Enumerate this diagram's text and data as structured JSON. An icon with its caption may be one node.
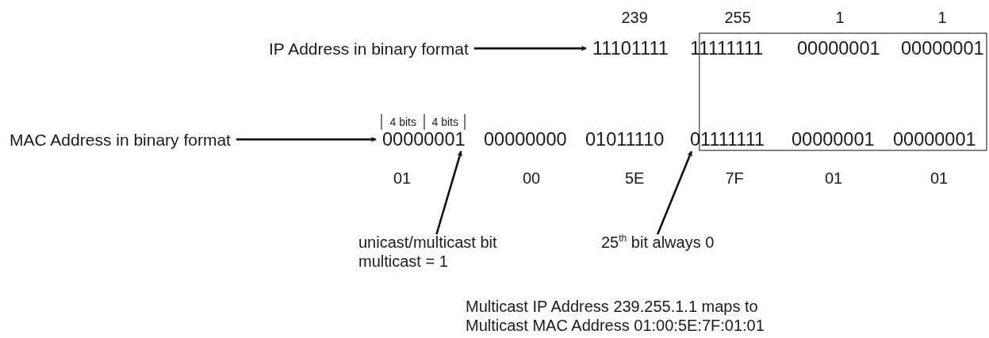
{
  "diagram": {
    "nodes": [
      {
        "text": [
          "IP Address in binary format"
        ]
      },
      {
        "text": [
          "11101111"
        ]
      },
      {
        "text": [
          "MAC Address in binary format"
        ]
      },
      {
        "text": [
          "00000001"
        ]
      },
      {
        "text": [
          "unicast/multicast bit multicast = 1"
        ]
      },
      {
        "text": [
          "01111111"
        ]
      },
      {
        "text": [
          "25$^{th}$ bit always 0"
        ]
      }
    ],
    "edges": [
      {
        "from": 0,
        "to": 1,
        "arrow": "to"
      },
      {
        "from": 2,
        "to": 3,
        "arrow": "to"
      },
      {
        "from": 4,
        "to": 3,
        "arrow": "to"
      },
      {
        "from": 6,
        "to": 5,
        "arrow": "to"
      }
    ],
    "labels": [
      "239",
      "255",
      "1",
      "1",
      "11111111",
      "00000001",
      "00000001",
      "4 bits",
      "4 bits",
      "00000000",
      "01011110",
      "00000001",
      "00000001",
      "01",
      "00",
      "5E",
      "7F",
      "01",
      "01",
      "Multicast IP Address 239.255.1.1 maps to Multicast MAC Address 01:00:5E:7F:01:01"
    ]
  }
}
